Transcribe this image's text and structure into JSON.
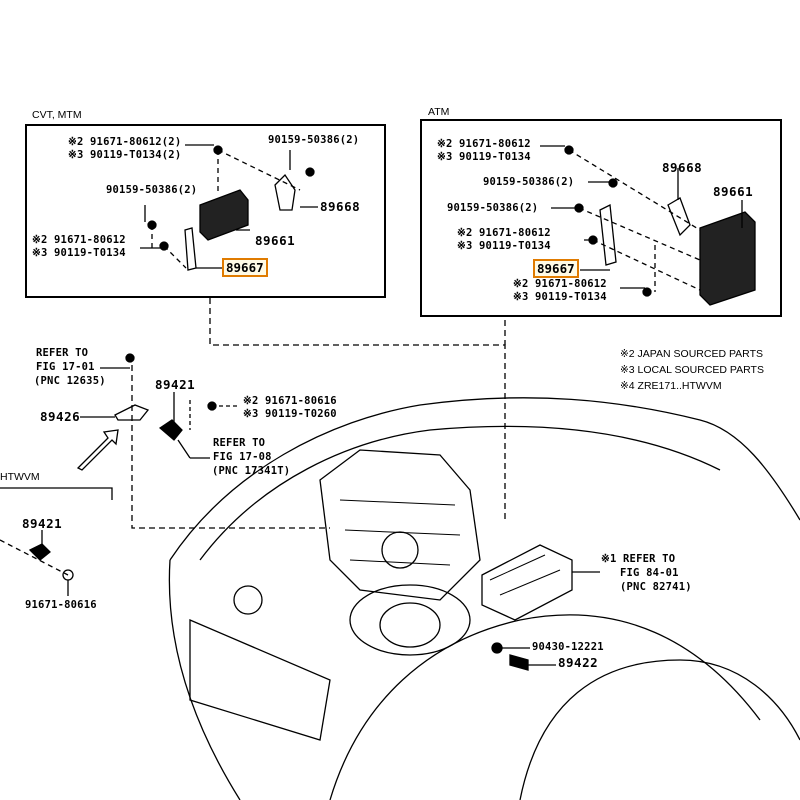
{
  "colors": {
    "highlight_border": "#e07b00",
    "highlight_fill": "#fffbe6",
    "ink": "#000000"
  },
  "notes": [
    "※2 JAPAN SOURCED PARTS",
    "※3 LOCAL SOURCED PARTS",
    "※4 ZRE171..HTWVM"
  ],
  "panel_cvt": {
    "title": "CVT, MTM",
    "labels": {
      "bolt_top_1": "※2 91671-80612(2)",
      "bolt_top_2": "※3 90119-T0134(2)",
      "screw_right": "90159-50386(2)",
      "screw_left": "90159-50386(2)",
      "bolt_bottom_1": "※2 91671-80612",
      "bolt_bottom_2": "※3 90119-T0134",
      "bracket": "89668",
      "ecu": "89661",
      "bracket_highlighted": "89667"
    }
  },
  "panel_atm": {
    "title": "ATM",
    "labels": {
      "bolt_top_1": "※2 91671-80612",
      "bolt_top_2": "※3 90119-T0134",
      "bracket": "89668",
      "ecu": "89661",
      "screw_1": "90159-50386(2)",
      "screw_2": "90159-50386(2)",
      "bolt_mid_1": "※2 91671-80612",
      "bolt_mid_2": "※3 90119-T0134",
      "bracket_highlighted": "89667",
      "bolt_bottom_1": "※2 91671-80612",
      "bolt_bottom_2": "※3 90119-T0134"
    }
  },
  "engine_area": {
    "refer_1": [
      "REFER TO",
      "FIG 17-01",
      "(PNC 12635)"
    ],
    "sensor_89426": "89426",
    "sensor_89421": "89421",
    "bolt_1": "※2 91671-80616",
    "bolt_2": "※3 90119-T0260",
    "refer_2": [
      "REFER TO",
      "FIG 17-08",
      "(PNC 17341T)"
    ],
    "refer_3": [
      "※1 REFER TO",
      "FIG 84-01",
      "(PNC 82741)"
    ],
    "nut": "90430-12221",
    "sensor_89422": "89422"
  },
  "htwvm": {
    "title": "HTWVM",
    "sensor": "89421",
    "bolt": "91671-80616"
  }
}
